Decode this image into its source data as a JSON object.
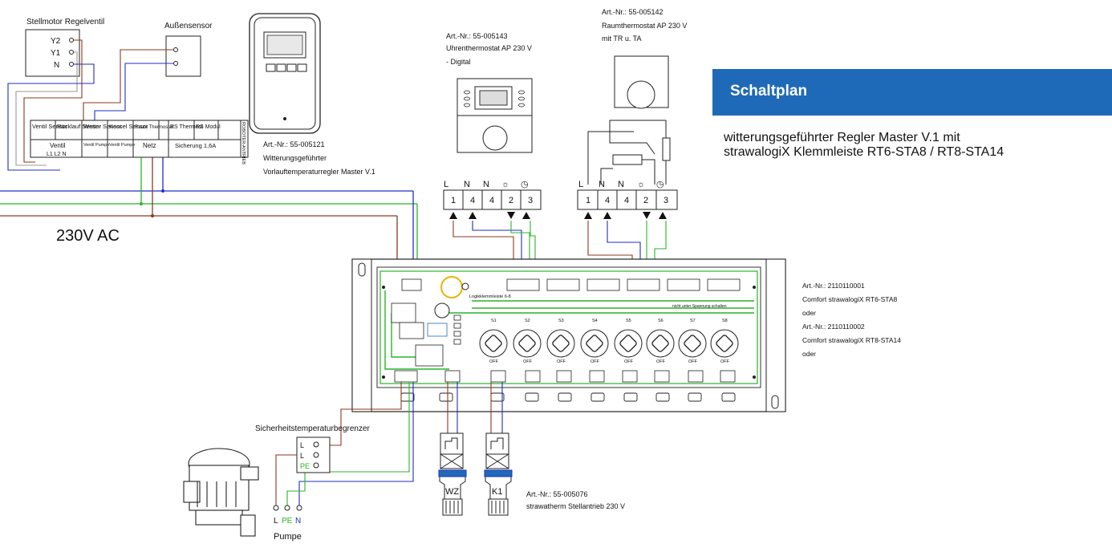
{
  "title": "Schaltplan",
  "subtitle_line1": "witterungsgeführter Regler Master V.1 mit",
  "subtitle_line2": "strawalogiX Klemmleiste RT6-STA8 / RT8-STA14",
  "supply_label": "230V AC",
  "stellmotor": {
    "title": "Stellmotor Regelventil",
    "terminals": [
      "Y2",
      "Y1",
      "N"
    ]
  },
  "aussensensor": {
    "title": "Außensensor"
  },
  "regler": {
    "art": "Art.-Nr.: 55-005121",
    "name1": "Witterungsgeführter",
    "name2": "Vorlauftemperaturregler Master V.1",
    "top_cells": [
      "Ventil Sensor",
      "Rücklauf Sensor",
      "Wetter Sensor",
      "Kessel Sensor",
      "Raum Thermostat",
      "RS Thermost",
      "RS Modul"
    ],
    "bottom_cells": [
      "Ventil",
      "Ventil Pumpe",
      "Ventil Pumpe",
      "Netz",
      "Sicherung 1,6A"
    ],
    "side_text": "ROBOTER-ANTRIEB",
    "sub_terminals": "L1 L2 N"
  },
  "uhren": {
    "art": "Art.-Nr.: 55-005143",
    "name": "Uhrenthermostat AP 230 V",
    "extra": "- Digital"
  },
  "raum": {
    "art": "Art.-Nr.: 55-005142",
    "name": "Raumthermostat AP 230 V",
    "extra": "mit TR u. TA"
  },
  "terminal_block_1": {
    "letters": [
      "L",
      "N",
      "N",
      "☼",
      "◷"
    ],
    "numbers": [
      "1",
      "4",
      "4",
      "2",
      "3"
    ]
  },
  "terminal_block_2": {
    "letters": [
      "L",
      "N",
      "N",
      "☼",
      "◷"
    ],
    "numbers": [
      "1",
      "4",
      "4",
      "2",
      "3"
    ]
  },
  "klemmleiste": {
    "art1": "Art.-Nr.: 2110110001",
    "name1": "Comfort strawalogiX RT6-STA8",
    "oder1": "oder",
    "art2": "Art.-Nr.: 2110110002",
    "name2": "Comfort strawalogiX RT8-STA14",
    "oder2": "oder",
    "board_label": "Logikklemmleiste 6-8",
    "note": "nicht unter Spannung schalten",
    "switch_labels": [
      "S1",
      "S2",
      "S3",
      "S4",
      "S5",
      "S6",
      "S7",
      "S8"
    ],
    "off_label": "OFF"
  },
  "stb": {
    "title": "Sicherheitstemperaturbegrenzer",
    "terminals": [
      "L",
      "L",
      "PE"
    ]
  },
  "pumpe": {
    "label": "Pumpe",
    "terminals": [
      "L",
      "PE",
      "N"
    ]
  },
  "antriebe": {
    "labels": [
      "WZ",
      "K1"
    ],
    "art": "Art.-Nr.: 55-005076",
    "name": "strawatherm Stellantrieb 230 V"
  },
  "colors": {
    "brown": "#8b3a1e",
    "blue": "#1f2fbf",
    "green": "#28b428",
    "accent": "#1f6ab8"
  }
}
